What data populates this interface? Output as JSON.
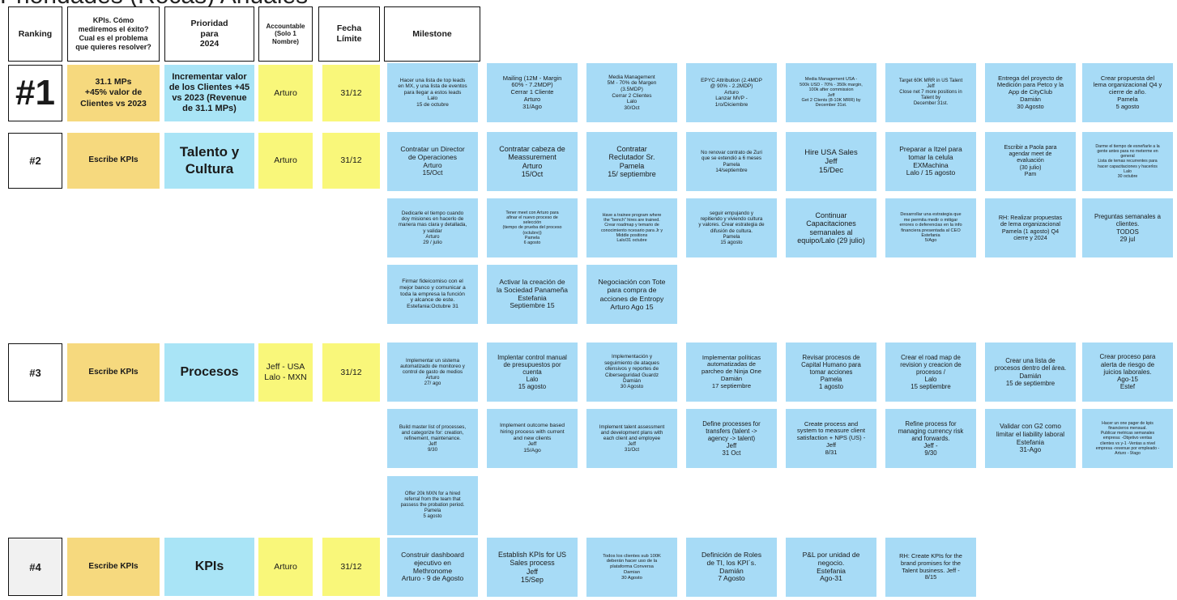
{
  "title": "Prioridades (Rocas) Anuales",
  "headers": [
    "Ranking",
    "KPIs. Cómo\nmediremos el éxito?\nCual es el problema\nque quieres resolver?",
    "Prioridad\npara\n2024",
    "Accountable\n(Solo 1\nNombre)",
    "Fecha\nLímite",
    "Milestone"
  ],
  "rows": [
    {
      "rank": "#1",
      "kpi": "31.1 MPs\n+45% valor de\nClientes vs 2023",
      "priority": "Incrementar valor\nde los Clientes +45\nvs 2023 (Revenue\nde 31.1 MPs)",
      "accountable": "Arturo",
      "deadline": "31/12"
    },
    {
      "rank": "#2",
      "kpi": "Escribe KPIs",
      "priority": "Talento y\nCultura",
      "accountable": "Arturo",
      "deadline": "31/12"
    },
    {
      "rank": "#3",
      "kpi": "Escribe KPIs",
      "priority": "Procesos",
      "accountable": "Jeff - USA\nLalo - MXN",
      "deadline": "31/12"
    },
    {
      "rank": "#4",
      "kpi": "Escribe KPIs",
      "priority": "KPIs",
      "accountable": "Arturo",
      "deadline": "31/12"
    }
  ],
  "notes": [
    "Hacer una lista de top leads\nen MX, y una lista de eventos\npara llegar a estos leads\nLalo\n15 de octubre",
    "Mailing (12M - Margin\n60% - 7.2MDP)\nCerrar 1 Cliente\nArturo\n31/Ago",
    "Media Management\n5M - 70% de Margen\n(3.5MDP)\nCerrar 2 Clientes\nLalo\n30/Oct",
    "EPYC Attribution (2.4MDP\n@ 90% - 2.2MDP)\nArturo\nLanzar MVP -\n1ro/Diciembre",
    "Media Management USA -\n500k USD - 70% - 350k margin,\n100k after commission\nJeff\nGet 2 Clients (8-10K MRR) by\nDecember 31st.",
    "Target 60K MRR in US Talent\nJeff\nClose net 7 more positions in\nTalent by\nDecember 31st.",
    "Entrega del proyecto de\nMedición para Petco y la\nApp de CityClub\nDamián\n30 Agosto",
    "Crear propuesta del\nlema organizacional Q4 y\ncierre de año.\nPamela\n5 agosto",
    "Contratar un Director\nde Operaciones\nArturo\n15/Oct",
    "Contratar cabeza de\nMeassurement\nArturo\n15/Oct",
    "Contratar\nReclutador Sr.\nPamela\n15/ septiembre",
    "No renovar contrato de Zuri\nque se extendió a 6 meses\nPamela\n14/septiembre",
    "Hire USA Sales\nJeff\n15/Dec",
    "Preparar a Itzel para\ntomar la celula\nEXMachina\nLalo / 15 agosto",
    "Escribir a Paola para\nagendar meet de\nevaluación\n(30 julio)\nPam",
    "Darme el tiempo de esneñarle a la\ngente antes para no meterme en\ngeneral\nLista de temas recurrentes para\nhacer capacitaciones y hacerlos\nLalo\n30 octubre",
    "Dedicarle el tiempo cuando\ndoy misiones en hacerlo de\nmanera mas clara y detallada,\ny validar\nArturo\n29 / julio",
    "Tener meet con Arturo para\nafinar el nuevo proceso de\nselección\n(tiempo de prueba del proceso\n(octubre))\nPamela\n6 agosto",
    "Have a trainee program where\nthe \"bench\" hires are trained.\nCrear roadmap y temario de\nconocimiento ncesario para Jr y\nMiddle positions\nLalo/31 octubre",
    "seguir empujando y\nrepitiendo y viviendo cultura\ny valores. Crear estrategia de\ndifusión de cultura.\nPamela\n15 agosto",
    "Continuar\nCapacitaciones\nsemanales al\nequipo/Lalo (29 julio)",
    "Desarrollar una estrategia que\nme permita medir o mitigar\nerrores o deferencias en la info\nfinanciera presentada al CEO\nEstefania\n5/Ago",
    "RH: Realizar propuestas\nde lema organizacional\nPamela (1 agosto) Q4\ncierre y  2024",
    "Preguntas semanales a\nclientes.\nTODOS\n29 jul",
    "Firmar fideicomiso con el\nmejor banco y comunicar a\ntoda la empresa la función\ny alcance de este.\nEstefania:Octubre 31",
    "Activar la creación de\nla Sociedad Panameña\nEstefania\nSeptiembre 15",
    "Negociación con Tote\npara compra de\nacciones de Entropy\nArturo Ago 15",
    "Implementar un sistema\nautomatizado de monitoreo y\ncontrol de gasto de medios\nArturo\n27/ ago",
    "Implentar control manual\nde presupuestos por\ncuenta\nLalo\n15 agosto",
    "Implementación y\nseguimiento de ataques\nofensivos y reportes de\nCiberseguridad Guardz\nDamián\n30 Agosto",
    "Implementar políticas\nautomatizadas de\nparcheo de Ninja One\nDamián\n17 septiembre",
    "Revisar procesos de\nCapital Humano para\ntomar acciones\nPamela\n1 agosto",
    "Crear el road map de\nrevision y creacion de\nprocesos /\nLalo\n15 septiembre",
    "Crear una lista de\nprocesos dentro del área.\nDamián\n15 de septiembre",
    "Crear proceso para\nalerta de riesgo de\njuicios laborales.\nAgo-15\nEstef",
    "Build master list of processes,\nand categorize for: creation,\nrefinement, maintenance.\nJeff\n9/30",
    "Implement outcome based\nhiring process with current\nand new clients\nJeff\n15/Ago",
    "Implement talent assessment\nand development plans with\neach client and employee\nJeff\n31/Oct",
    "Define processes for\ntransfers (talent ->\nagency -> talent)\nJeff\n31 Oct",
    "Create process and\nsystem to measure client\nsatisfaction + NPS (US) -\nJeff\n8/31",
    "Refine process for\nmanaging currency risk\nand forwards.\nJeff -\n9/30",
    "Validar con G2 como\nlimitar el liability laboral\nEstefania\n31-Ago",
    "Hacer un one pager  de kpis\nfinancieros mensual.\nPublicar metricas semanales\nempresa: -Objetivo ventas\nclientes vs y-1 -Ventas a nivel\nempresa -revenue por empleado -\nArturo - 9/ago",
    "Offer 20k MXN for a hired\nreferral from the team that\npassess the probation period.\nPamela\n5 agosto",
    "Construir dashboard\nejecutivo en\nMethronome\nArturo - 9 de Agosto",
    "Establish KPIs for US\nSales process\nJeff\n15/Sep",
    "Todos los clientes sub 100K\ndeberán hacer uso de la\nplataforma Conversa\nDamian\n30 Agosto",
    "Definición de Roles\nde TI, los KPI´s.\nDamián\n7 Agosto",
    "P&L por unidad de\nnegocio.\nEstefania\nAgo-31",
    "RH: Create KPIs for the\nbrand promises for the\nTalent business. Jeff -\n8/15"
  ]
}
